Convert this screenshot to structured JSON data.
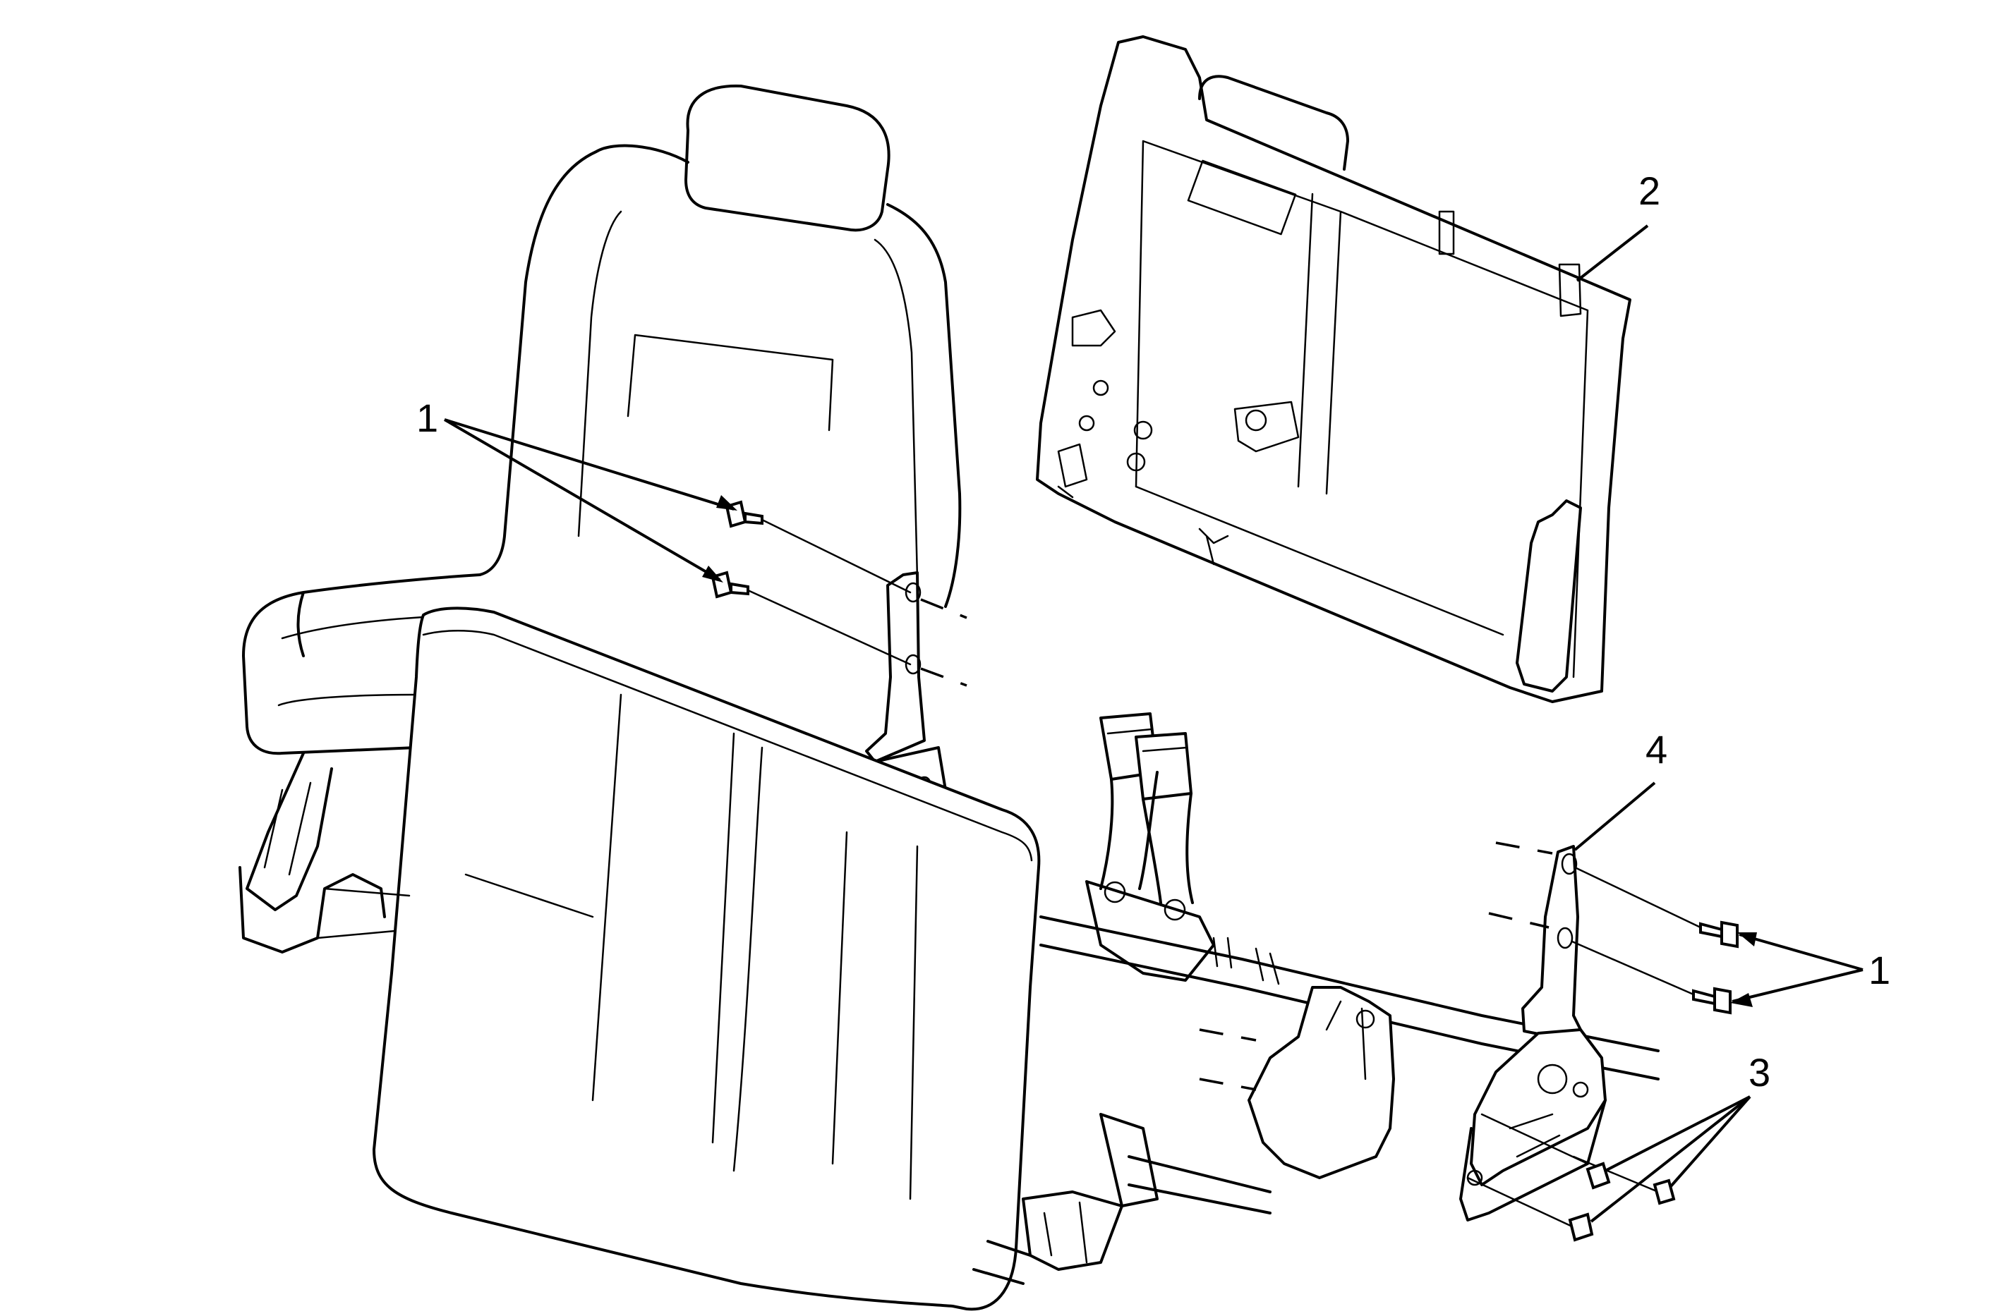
{
  "callouts": {
    "label_1_left": "1",
    "label_1_right": "1",
    "label_2": "2",
    "label_3": "3",
    "label_4": "4"
  },
  "colors": {
    "line": "#000000",
    "background": "#ffffff"
  }
}
